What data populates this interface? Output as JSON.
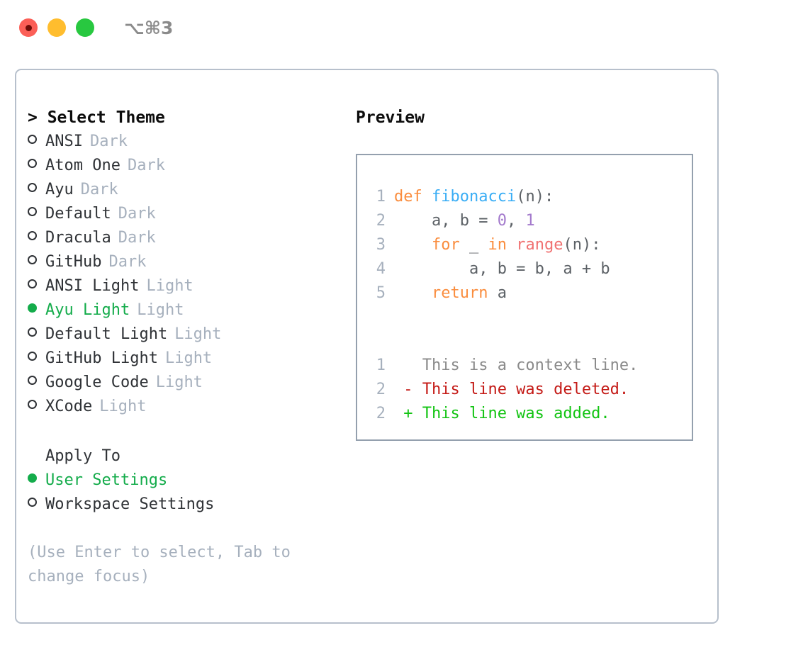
{
  "titlebar": {
    "dots": [
      {
        "name": "close-button",
        "color": "#fb5f57"
      },
      {
        "name": "minimize-button",
        "color": "#ffbd2e"
      },
      {
        "name": "maximize-button",
        "color": "#28c840"
      }
    ],
    "shortcut": "⌥⌘3"
  },
  "theme_picker": {
    "heading": "> Select Theme",
    "items": [
      {
        "label": "ANSI",
        "kind": "Dark",
        "selected": false
      },
      {
        "label": "Atom One",
        "kind": "Dark",
        "selected": false
      },
      {
        "label": "Ayu",
        "kind": "Dark",
        "selected": false
      },
      {
        "label": "Default",
        "kind": "Dark",
        "selected": false
      },
      {
        "label": "Dracula",
        "kind": "Dark",
        "selected": false
      },
      {
        "label": "GitHub",
        "kind": "Dark",
        "selected": false
      },
      {
        "label": "ANSI Light",
        "kind": "Light",
        "selected": false
      },
      {
        "label": "Ayu Light",
        "kind": "Light",
        "selected": true
      },
      {
        "label": "Default Light",
        "kind": "Light",
        "selected": false
      },
      {
        "label": "GitHub Light",
        "kind": "Light",
        "selected": false
      },
      {
        "label": "Google Code",
        "kind": "Light",
        "selected": false
      },
      {
        "label": "XCode",
        "kind": "Light",
        "selected": false
      }
    ]
  },
  "apply_to": {
    "heading": "Apply To",
    "items": [
      {
        "label": "User Settings",
        "selected": true
      },
      {
        "label": "Workspace Settings",
        "selected": false
      }
    ]
  },
  "hint": "(Use Enter to select, Tab to change focus)",
  "preview": {
    "title": "Preview",
    "code_lines": [
      {
        "num": "1",
        "tokens": [
          {
            "t": "def ",
            "c": "kw"
          },
          {
            "t": "fibonacci",
            "c": "fn"
          },
          {
            "t": "(n):",
            "c": "plain"
          }
        ]
      },
      {
        "num": "2",
        "tokens": [
          {
            "t": "    a, b = ",
            "c": "plain"
          },
          {
            "t": "0",
            "c": "num"
          },
          {
            "t": ", ",
            "c": "plain"
          },
          {
            "t": "1",
            "c": "num"
          }
        ]
      },
      {
        "num": "3",
        "tokens": [
          {
            "t": "    ",
            "c": "plain"
          },
          {
            "t": "for",
            "c": "kw"
          },
          {
            "t": " _ ",
            "c": "plain"
          },
          {
            "t": "in",
            "c": "kw"
          },
          {
            "t": " ",
            "c": "plain"
          },
          {
            "t": "range",
            "c": "builtin"
          },
          {
            "t": "(n):",
            "c": "plain"
          }
        ]
      },
      {
        "num": "4",
        "tokens": [
          {
            "t": "        a, b = b, a + b",
            "c": "plain"
          }
        ]
      },
      {
        "num": "5",
        "tokens": [
          {
            "t": "    ",
            "c": "plain"
          },
          {
            "t": "return",
            "c": "kw"
          },
          {
            "t": " a",
            "c": "plain"
          }
        ]
      }
    ],
    "diff_lines": [
      {
        "num": "1",
        "tokens": [
          {
            "t": "   This is a context line.",
            "c": "ctx"
          }
        ]
      },
      {
        "num": "2",
        "tokens": [
          {
            "t": " - This line was deleted.",
            "c": "del"
          }
        ]
      },
      {
        "num": "2",
        "tokens": [
          {
            "t": " + This line was added.",
            "c": "add"
          }
        ]
      }
    ]
  },
  "colors": {
    "accent_green": "#14ac4b",
    "muted": "#a6b0bd",
    "text": "#2f3236",
    "panel_border": "#b7c0cc",
    "code_border": "#94a0ae",
    "kw": "#fa8d3e",
    "fn": "#39adf5",
    "num": "#a37acc",
    "builtin": "#f07171",
    "diff_del": "#c41a16",
    "diff_add": "#12c412"
  }
}
